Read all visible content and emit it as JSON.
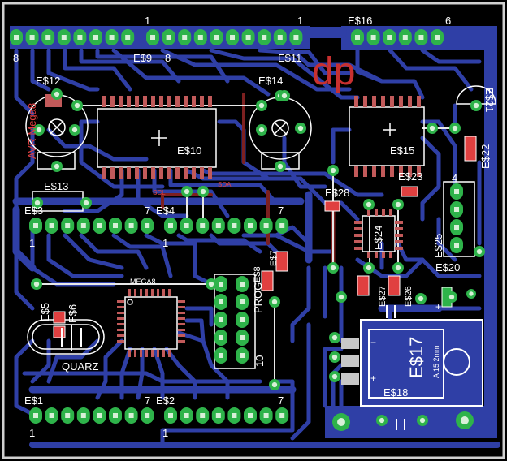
{
  "colors": {
    "background": "#000000",
    "copper_bottom": "#2f3fa6",
    "copper_top": "#7d2020",
    "silkscreen": "#ffffff",
    "pad": "#2eb34a",
    "pad_hole": "#d8f0d8",
    "smd_pad": "#c25a5a",
    "highlight": "#e04040",
    "border": "#cfcfcf"
  },
  "labels": {
    "h1_pin_right": "1",
    "h1_pin_left": "8",
    "h2_pin_right": "1",
    "h3_pin_right": "6",
    "e9": "E$9",
    "e9_pin": "8",
    "e11": "E$11",
    "e16": "E$16",
    "dp": "dp",
    "e12": "E$12",
    "e14": "E$14",
    "avr_mega8": "AVR Mega8",
    "e21": "E$21",
    "e10": "E$10",
    "e15": "E$15",
    "e22": "E$22",
    "e23": "E$23",
    "e13": "E$13",
    "scl": "SCL",
    "sda": "SDA",
    "e28": "E$28",
    "e3": "E$3",
    "e4_pin7": "7",
    "e4": "E$4",
    "e3_pin7": "7",
    "e24": "E$24",
    "e25": "E$25",
    "e25_pin4": "4",
    "e3_pin1": "1",
    "e4_pin1": "1",
    "e20": "E$20",
    "mega8": "MEGA8",
    "e8": "E$8",
    "e7": "E$7",
    "prog": "PROG",
    "e27": "E$27",
    "e26": "E$26",
    "e5": "E$5",
    "e6": "E$6",
    "quarz": "QUARZ",
    "e17": "E$17",
    "reg_note": "A 15 2mm",
    "e18": "E$18",
    "prog_pin10": "10",
    "e1": "E$1",
    "e1_pin7": "7",
    "e2": "E$2",
    "e2_pin7": "7",
    "e1_pin1": "1",
    "e2_pin1": "1"
  }
}
